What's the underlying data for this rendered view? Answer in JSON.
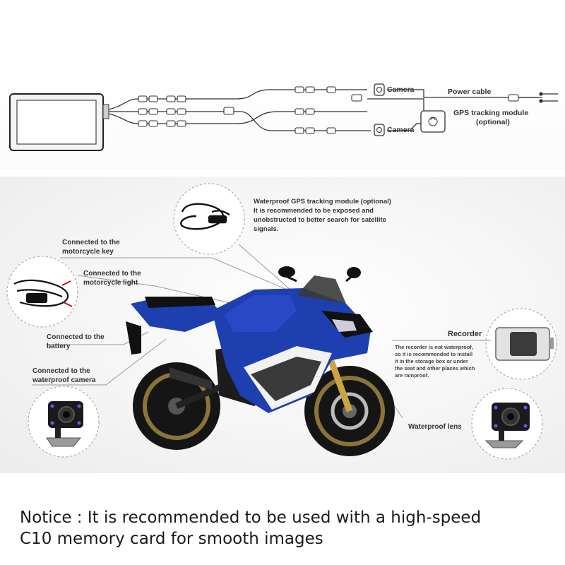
{
  "wiring": {
    "camera_top": "Camera",
    "camera_bottom": "Camera",
    "power_cable": "Power cable",
    "gps_module_line1": "GPS tracking module",
    "gps_module_line2": "(optional)"
  },
  "callouts": {
    "gps_line1": "Waterproof GPS tracking module (optional)",
    "gps_line2": "It is recommended to be exposed and",
    "gps_line3": "unobstructed to better search for satellite",
    "gps_line4": "signals.",
    "key_line1": "Connected to the",
    "key_line2": "motorcycle key",
    "light_line1": "Connected to the",
    "light_line2": "motorcycle light",
    "battery_line1": "Connected to the",
    "battery_line2": "battery",
    "camera_line1": "Connected to the",
    "camera_line2": "waterproof camera",
    "recorder": "Recorder",
    "recorder_note1": "The recorder is not waterproof,",
    "recorder_note2": "so it is recommended to install",
    "recorder_note3": "it in the storage box or under",
    "recorder_note4": "the seat and other places which",
    "recorder_note5": "are rainproof.",
    "lens": "Waterproof lens"
  },
  "notice": {
    "line1": "Notice : It is recommended to be used with a high-speed",
    "line2": "C10 memory card for smooth images"
  },
  "colors": {
    "bike_blue": "#1d3fb0",
    "bike_dark": "#141414",
    "wire": "#333333",
    "callout_line": "#9a9a9a"
  }
}
